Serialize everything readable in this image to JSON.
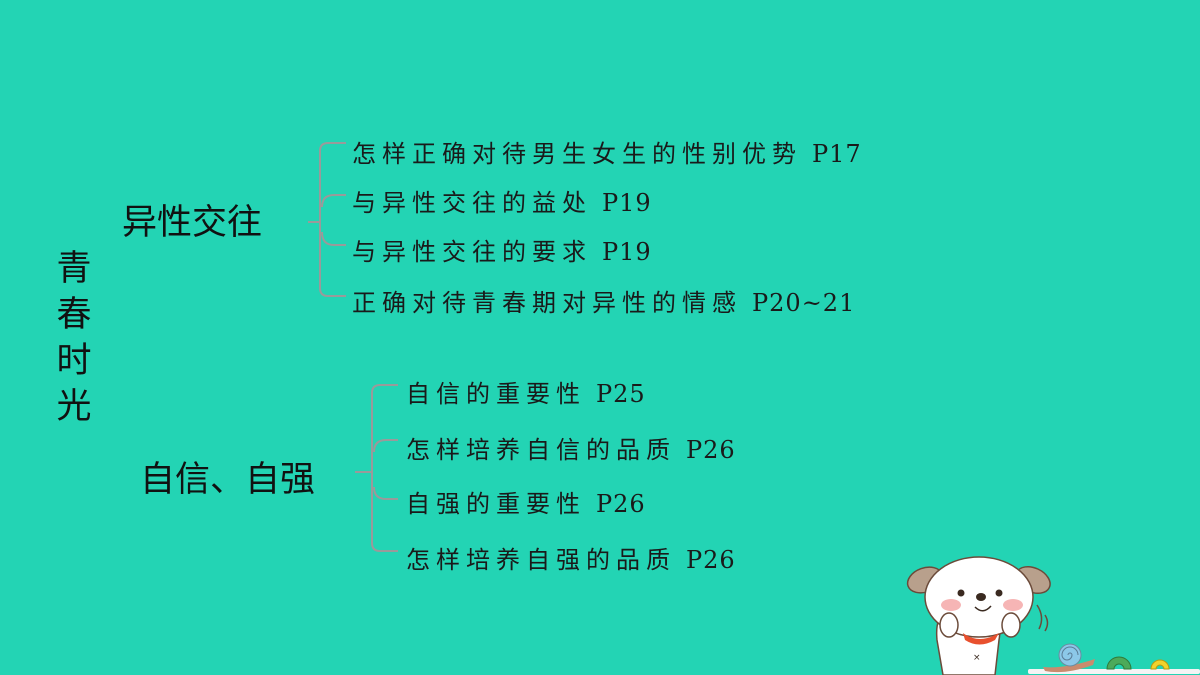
{
  "slide": {
    "title_chars": [
      "青",
      "春",
      "时",
      "光"
    ],
    "background": "#23d4b4",
    "bracket_color": "#9a9a9a",
    "sections": [
      {
        "label": "异性交往",
        "items": [
          {
            "text": "怎样正确对待男生女生的性别优势",
            "page": "P17"
          },
          {
            "text": "与异性交往的益处",
            "page": "P19"
          },
          {
            "text": "与异性交往的要求",
            "page": "P19"
          },
          {
            "text": "正确对待青春期对异性的情感",
            "page": "P20~21"
          }
        ]
      },
      {
        "label": "自信、自强",
        "items": [
          {
            "text": "自信的重要性",
            "page": "P25"
          },
          {
            "text": "怎样培养自信的品质",
            "page": "P26"
          },
          {
            "text": "自强的重要性",
            "page": "P26"
          },
          {
            "text": "怎样培养自强的品质",
            "page": "P26"
          }
        ]
      }
    ],
    "decoration": "cartoon-puppy-with-snail"
  }
}
